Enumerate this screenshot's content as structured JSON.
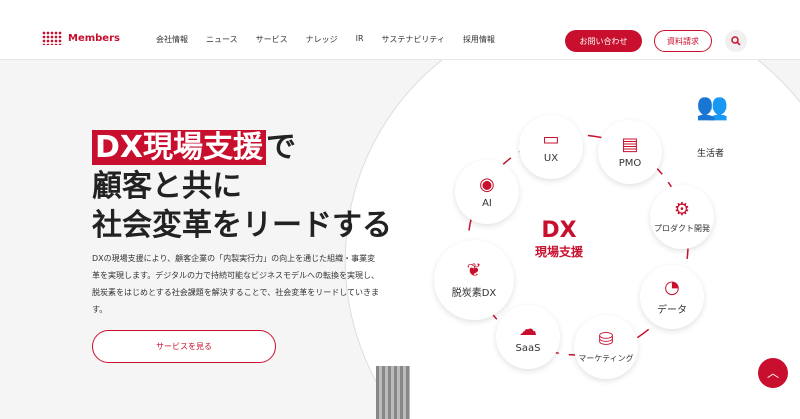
{
  "header": {
    "logo": "Members",
    "nav": [
      "会社情報",
      "ニュース",
      "サービス",
      "ナレッジ",
      "IR",
      "サステナビリティ",
      "採用情報"
    ],
    "contact": "お問い合わせ",
    "document": "資料請求"
  },
  "hero": {
    "title_highlight": "DX現場支援",
    "title_rest1": "で",
    "title_line2": "顧客と共に",
    "title_line3": "社会変革をリードする",
    "description": "DXの現場支援により、顧客企業の「内製実行力」の向上を通じた組織・事業変革を実現します。デジタルの力で持続可能なビジネスモデルへの転換を実現し、脱炭素をはじめとする社会課題を解決することで、社会変革をリードしていきます。",
    "cta": "サービスを見る"
  },
  "diagram": {
    "center_line1": "DX",
    "center_line2": "現場支援",
    "people_label": "生活者",
    "nodes": [
      "UX",
      "PMO",
      "AI",
      "プロダクト開発",
      "脱炭素DX",
      "データ",
      "SaaS",
      "マーケティング"
    ]
  },
  "accent": "#c8102e"
}
